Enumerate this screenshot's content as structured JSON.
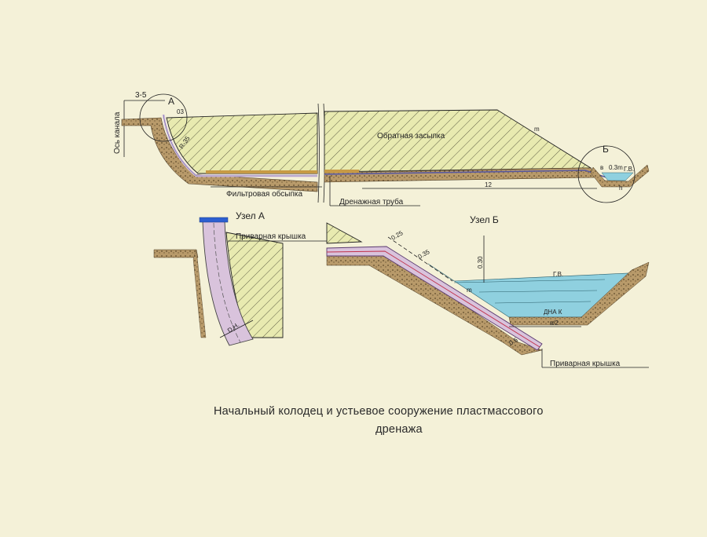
{
  "labels": {
    "canal_axis": "Ось канала",
    "dim_3_5": "3-5",
    "node_a_marker": "А",
    "node_b_marker": "Б",
    "dim_03": "03",
    "radius": "R-35",
    "backfill": "Обратная засыпка",
    "slope_m": "m",
    "filter": "Фильтровая обсыпка",
    "drain_pipe": "Дренажная труба",
    "dim_12": "12",
    "gv": "Г.В.",
    "b_mark": "в",
    "dim_03_b": "0.3m",
    "h_mark": "h",
    "node_a_title": "Узел А",
    "node_b_title": "Узел Б",
    "welded_cap": "Приварная крышка",
    "dn": "D.H.",
    "dim_025": "0.25",
    "dim_035": "0.35",
    "dim_030": "0.30",
    "bottom": "ДНА К",
    "b_half": "в/2",
    "dim_05": "0.5"
  },
  "caption": {
    "line1": "Начальный колодец и устьевое сооружение пластмассового",
    "line2": "дренажа"
  },
  "colors": {
    "paper": "#f4f1d8",
    "soil_fill": "#e8eab0",
    "hatch": "#3d3d2a",
    "water": "#8fd0df",
    "pipe": "#d9c3dc",
    "filter": "#c79a45",
    "cap_blue": "#2d5fd0"
  }
}
